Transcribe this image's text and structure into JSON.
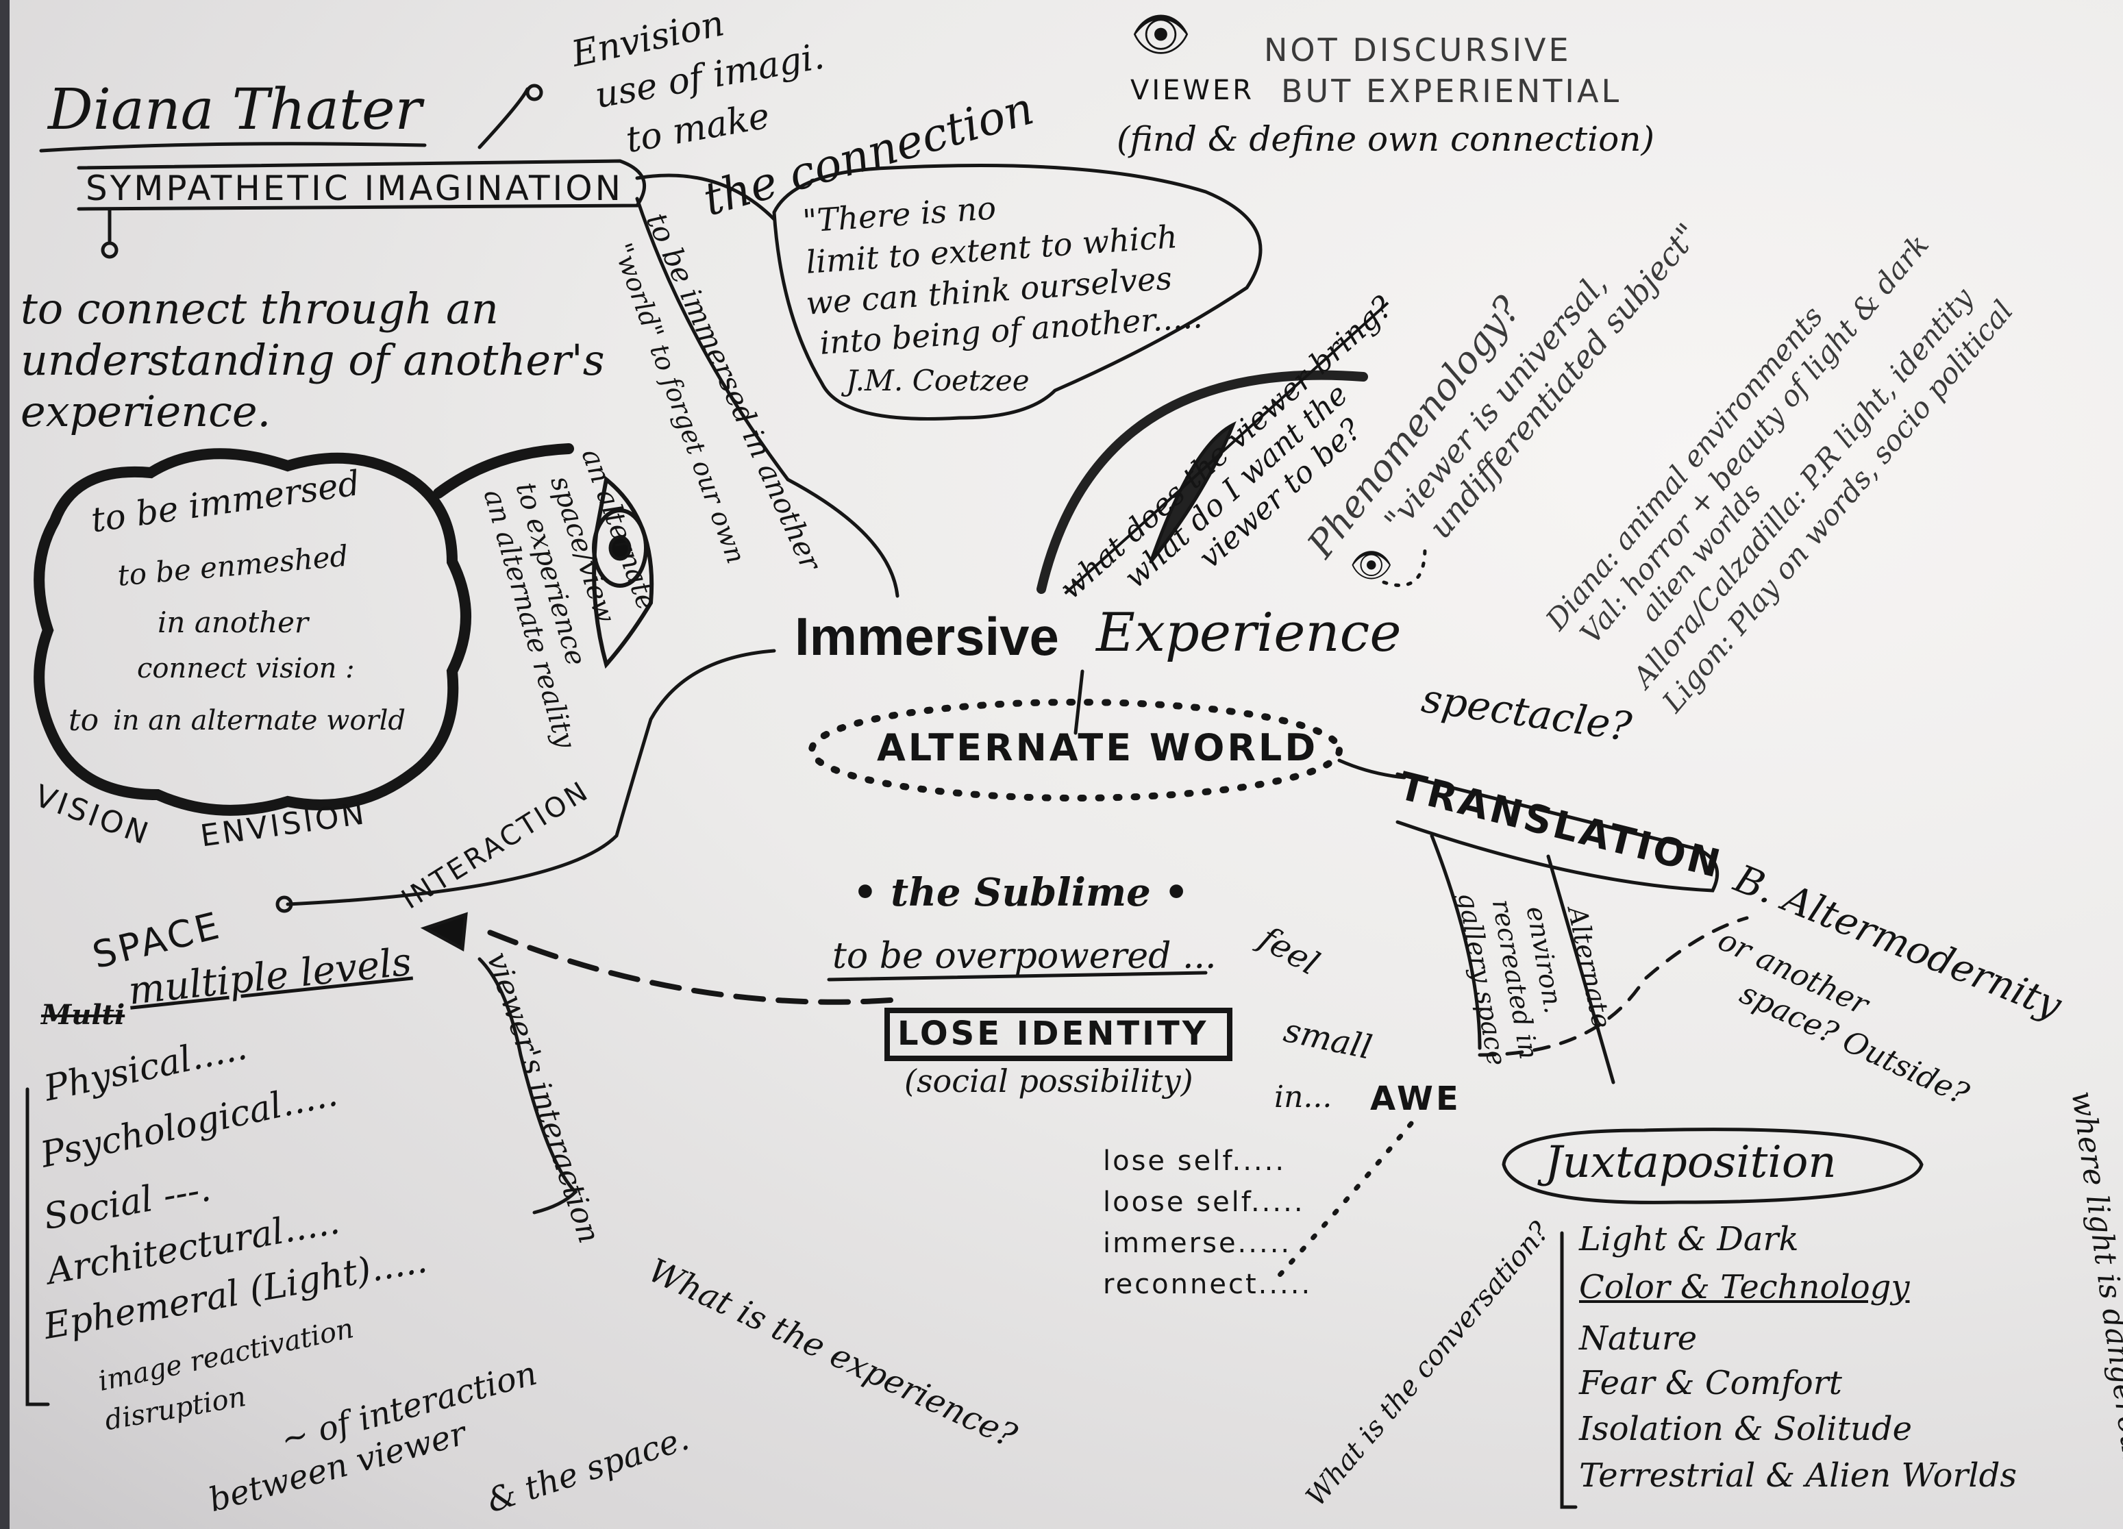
{
  "title": "Diana Thater",
  "envision_note": {
    "line1": "Envision",
    "line2": "use of imagi.",
    "line3": "to make",
    "line4": "the connection"
  },
  "viewer_note": {
    "label": "VIEWER",
    "detail": "(find & define own connection)",
    "line1": "NOT DISCURSIVE",
    "line2": "BUT EXPERIENTIAL"
  },
  "sympathetic": {
    "label": "SYMPATHETIC IMAGINATION",
    "def1": "to connect through an",
    "def2": "understanding of another's",
    "def3": "experience."
  },
  "quote": {
    "line1": "\"There is no",
    "line2": "limit to extent to which",
    "line3": "we can think ourselves",
    "line4": "into being of another.....",
    "author": "J.M. Coetzee"
  },
  "immersed_branch": {
    "line1": "to be immersed in another",
    "line2": "\"world\" to forget our own"
  },
  "viewer_questions": {
    "crossed": "what does the viewer bring?",
    "q2": "what do I want the",
    "q3": "viewer to be?"
  },
  "phenomenology": {
    "label": "Phenomenology?",
    "line1": "\"viewer is universal,",
    "line2": "undifferentiated subject\""
  },
  "artists": [
    {
      "text": "Diana: animal environments"
    },
    {
      "text": "Val: horror + beauty of light & dark"
    },
    {
      "text": "alien worlds"
    },
    {
      "text": "Allora/Calzadilla: P.R light, identity"
    },
    {
      "text": "Ligon: Play on words, socio political"
    }
  ],
  "cloud": {
    "ring1": "to be immersed",
    "ring2": "to be enmeshed",
    "ring3": "in another",
    "ring4": "connect vision :",
    "ring5": "to",
    "ring6": "in an alternate world",
    "vision": "VISION",
    "envision": "ENVISION"
  },
  "eye_branch": {
    "line1": "an alternate",
    "line2": "space/view",
    "line3": "to experience",
    "line4": "an alternate reality"
  },
  "center": {
    "immersive": "Immersive",
    "experience": "Experience",
    "alternate_world": "ALTERNATE WORLD"
  },
  "translation": {
    "spectacle": "spectacle?",
    "label": "TRANSLATION",
    "alternate": "Alternate",
    "environ1": "environ.",
    "environ2": "recreated in",
    "environ3": "gallery space",
    "altermodernity": "B. Altermodernity",
    "another1": "or another",
    "another2": "space? Outside?",
    "dangerous": "where light is dangerous?"
  },
  "space": {
    "interaction": "INTERACTION",
    "label": "SPACE",
    "multiple_levels": "multiple levels",
    "struck": "Multi",
    "levels": [
      "Physical.....",
      "Psychological.....",
      "Social ---.",
      "Architectural.....",
      "Ephemeral (Light)....."
    ],
    "sub": [
      "image reactivation",
      "disruption"
    ],
    "note1": "~ of interaction",
    "note2": "between viewer",
    "note3": "& the space."
  },
  "viewers_interaction": "viewer's interaction",
  "conversation": {
    "part1": "What is the experience?",
    "part2": "What is the conversation?"
  },
  "sublime": {
    "label": "• the Sublime •",
    "overpowered": "to be overpowered ...",
    "feel": "feel",
    "small": "small",
    "in": "in...",
    "awe": "AWE",
    "lose_identity": "LOSE IDENTITY",
    "social": "(social possibility)",
    "outcomes": [
      "lose self.....",
      "loose self.....",
      "immerse.....",
      "reconnect....."
    ]
  },
  "juxtaposition": {
    "label": "Juxtaposition",
    "items": [
      "Light & Dark",
      "Color & Technology",
      "Nature",
      "Fear & Comfort",
      "Isolation & Solitude",
      "Terrestrial & Alien Worlds"
    ]
  }
}
